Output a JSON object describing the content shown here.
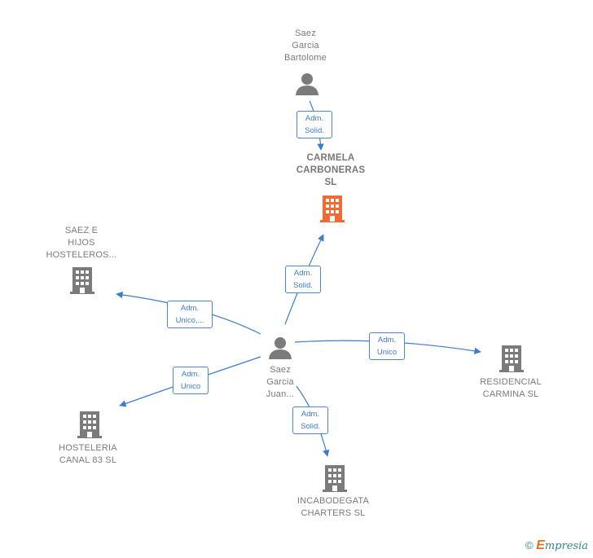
{
  "nodes": {
    "bartolome": {
      "label": "Saez\nGarcia\nBartolome"
    },
    "carmela": {
      "label": "CARMELA\nCARBONERAS\nSL"
    },
    "saez_hijos": {
      "label": "SAEZ E\nHIJOS\nHOSTELEROS..."
    },
    "juan": {
      "label": "Saez\nGarcia\nJuan..."
    },
    "residencial": {
      "label": "RESIDENCIAL\nCARMINA  SL"
    },
    "hosteleria": {
      "label": "HOSTELERIA\nCANAL 83  SL"
    },
    "incabodegata": {
      "label": "INCABODEGATA\nCHARTERS  SL"
    }
  },
  "edges": {
    "bartolome_carmela": "Adm.\nSolid.",
    "juan_carmela": "Adm.\nSolid.",
    "juan_saez_hijos": "Adm.\nUnico,...",
    "juan_hosteleria": "Adm.\nUnico",
    "juan_residencial": "Adm.\nUnico",
    "juan_incabodegata": "Adm.\nSolid."
  },
  "footer": {
    "copyright": "©",
    "brand_initial": "E",
    "brand_rest": "mpresia"
  },
  "colors": {
    "edge": "#3d7bd0",
    "icon_gray": "#7b7b7b",
    "highlight": "#f06a35"
  }
}
